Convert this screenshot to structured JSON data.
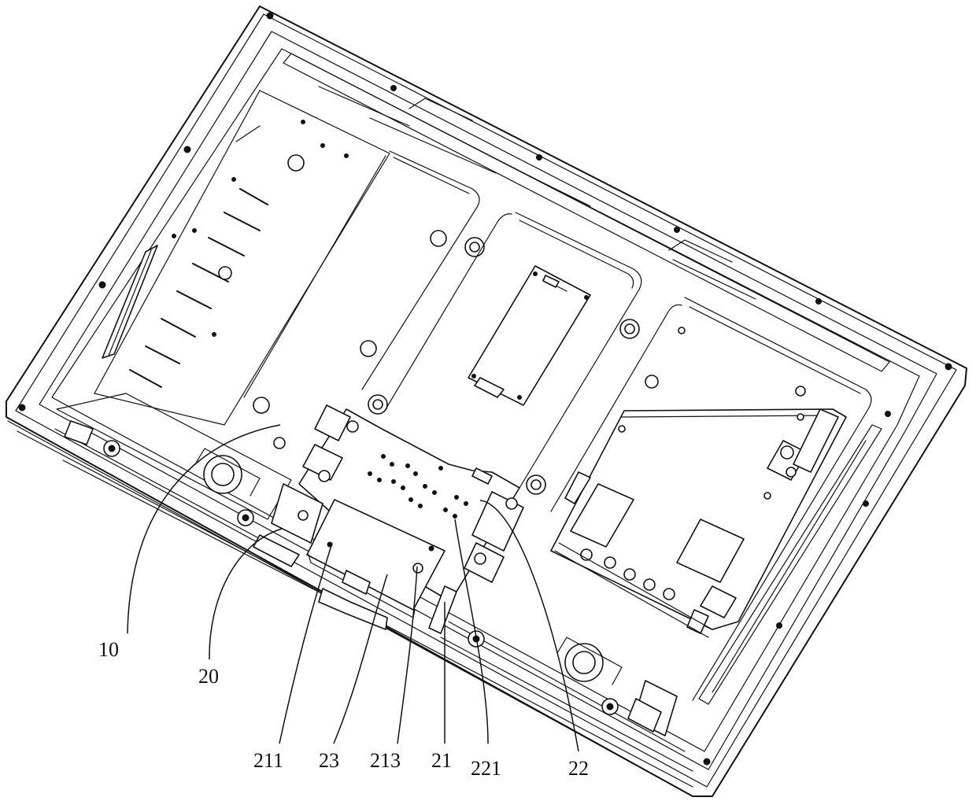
{
  "figure": {
    "labels": [
      {
        "id": "10",
        "text": "10"
      },
      {
        "id": "20",
        "text": "20"
      },
      {
        "id": "211",
        "text": "211"
      },
      {
        "id": "23",
        "text": "23"
      },
      {
        "id": "213",
        "text": "213"
      },
      {
        "id": "21",
        "text": "21"
      },
      {
        "id": "221",
        "text": "221"
      },
      {
        "id": "22",
        "text": "22"
      }
    ]
  }
}
